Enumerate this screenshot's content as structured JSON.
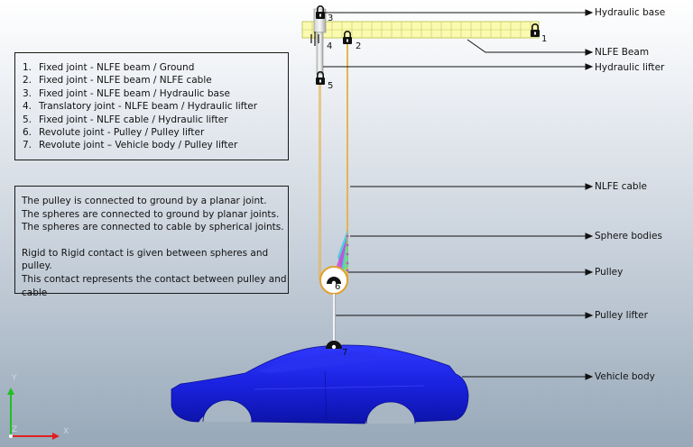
{
  "joints_list": {
    "items": [
      {
        "num": "1.",
        "text": "Fixed joint - NLFE beam / Ground"
      },
      {
        "num": "2.",
        "text": "Fixed joint - NLFE beam / NLFE cable"
      },
      {
        "num": "3.",
        "text": "Fixed joint - NLFE beam / Hydraulic base"
      },
      {
        "num": "4.",
        "text": "Translatory joint - NLFE beam / Hydraulic lifter"
      },
      {
        "num": "5.",
        "text": "Fixed joint - NLFE cable / Hydraulic lifter"
      },
      {
        "num": "6.",
        "text": "Revolute joint - Pulley / Pulley lifter"
      },
      {
        "num": "7.",
        "text": "Revolute joint – Vehicle body / Pulley lifter"
      }
    ]
  },
  "notes": {
    "line1": "The pulley is connected to ground by a planar joint.",
    "line2": "The spheres are connected to ground by planar joints.",
    "line3": "The spheres are connected to cable by spherical joints.",
    "line4": "Rigid to Rigid contact is given between spheres and pulley.",
    "line5": "This contact represents the contact between pulley and",
    "line6": "cable"
  },
  "callouts": {
    "hydraulic_base": "Hydraulic base",
    "nlfe_beam": "NLFE Beam",
    "hydraulic_lifter": "Hydraulic  lifter",
    "nlfe_cable": "NLFE cable",
    "sphere_bodies": "Sphere bodies",
    "pulley": "Pulley",
    "pulley_lifter": "Pulley lifter",
    "vehicle_body": "Vehicle body"
  },
  "joint_numbers": {
    "n1": "1",
    "n2": "2",
    "n3": "3",
    "n4": "4",
    "n5": "5",
    "n6": "6",
    "n7": "7"
  },
  "axes": {
    "x": "X",
    "y": "Y",
    "z": "Z"
  },
  "colors": {
    "beam_fill": "#fafab0",
    "beam_grid": "#c8c860",
    "cable": "#e0a030",
    "vehicle": "#1a22e0",
    "axis_x": "#e02020",
    "axis_y": "#20c020"
  }
}
